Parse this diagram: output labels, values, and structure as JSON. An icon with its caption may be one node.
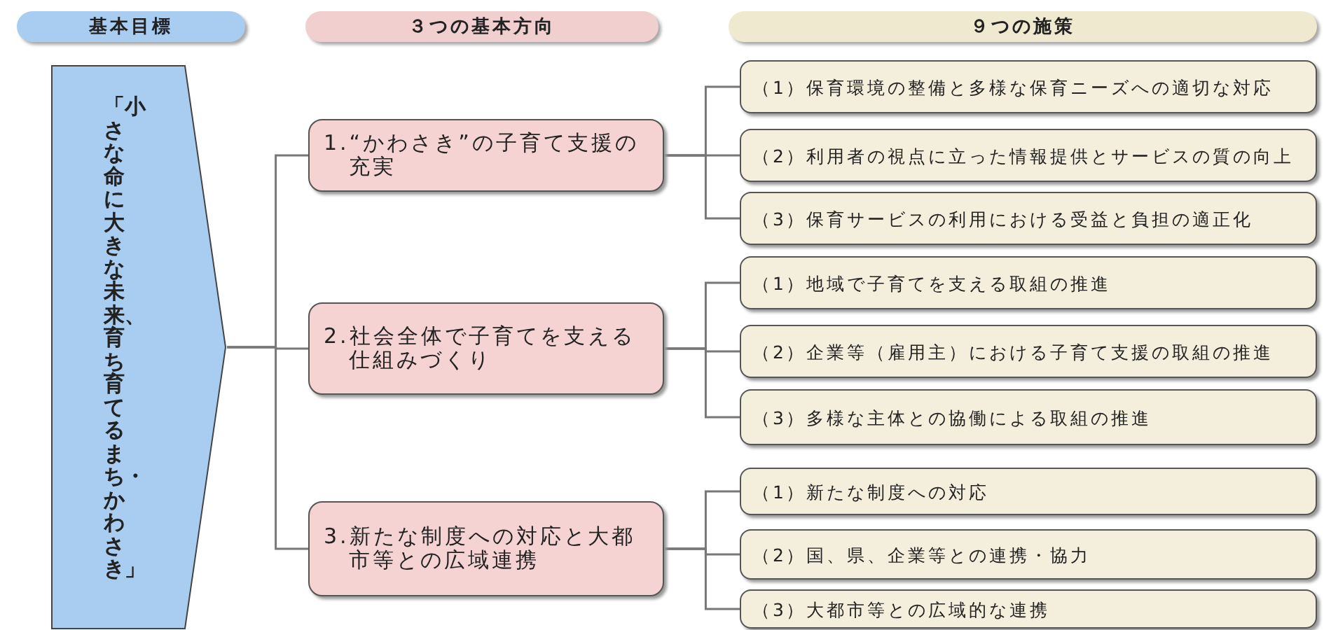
{
  "diagram": {
    "nodes": [
      {
        "text": [
          "基本目標"
        ]
      },
      {
        "text": [
          "３つの基本方向"
        ]
      },
      {
        "text": [
          "９つの施策"
        ]
      },
      {
        "text": [
          "「小さな命に大きな未来、育ち育てるまち・かわさき」"
        ]
      },
      {
        "text": [
          "1.“かわさき”の子育て支援の充実"
        ]
      },
      {
        "text": [
          "2.社会全体で子育てを支える仕組みづくり"
        ]
      },
      {
        "text": [
          "3.新たな制度への対応と大都市等との広域連携"
        ]
      },
      {
        "text": [
          "（1）保育環境の整備と多様な保育ニーズへの適切な対応"
        ]
      },
      {
        "text": [
          "（2）利用者の視点に立った情報提供とサービスの質の向上"
        ]
      },
      {
        "text": [
          "（3）保育サービスの利用における受益と負担の適正化"
        ]
      },
      {
        "text": [
          "（1）地域で子育てを支える取組の推進"
        ]
      },
      {
        "text": [
          "（2）企業等（雇用主）における子育て支援の取組の推進"
        ]
      },
      {
        "text": [
          "（3）多様な主体との協働による取組の推進"
        ]
      },
      {
        "text": [
          "（1）新たな制度への対応"
        ]
      },
      {
        "text": [
          "（2）国、県、企業等との連携・協力"
        ]
      },
      {
        "text": [
          "（3）大都市等との広域的な連携"
        ]
      }
    ],
    "edges": [
      {
        "from": 3,
        "to": 4,
        "arrow": "none"
      },
      {
        "from": 3,
        "to": 5,
        "arrow": "none"
      },
      {
        "from": 3,
        "to": 6,
        "arrow": "none"
      },
      {
        "from": 4,
        "to": 7,
        "arrow": "none"
      },
      {
        "from": 4,
        "to": 8,
        "arrow": "none"
      },
      {
        "from": 4,
        "to": 9,
        "arrow": "none"
      },
      {
        "from": 5,
        "to": 10,
        "arrow": "none"
      },
      {
        "from": 5,
        "to": 11,
        "arrow": "none"
      },
      {
        "from": 5,
        "to": 12,
        "arrow": "none"
      },
      {
        "from": 6,
        "to": 13,
        "arrow": "none"
      },
      {
        "from": 6,
        "to": 14,
        "arrow": "none"
      },
      {
        "from": 6,
        "to": 15,
        "arrow": "none"
      }
    ]
  }
}
